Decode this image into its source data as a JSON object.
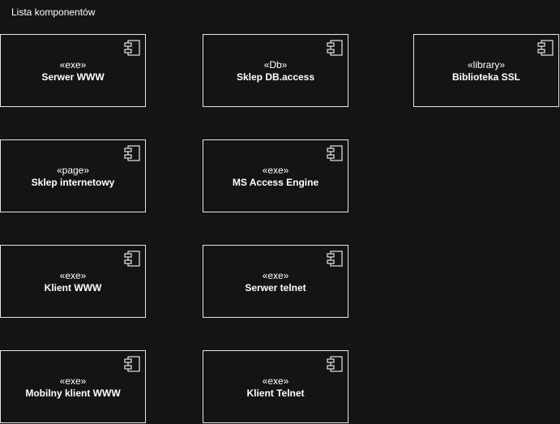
{
  "diagram": {
    "title": "Lista komponentów"
  },
  "components": [
    {
      "stereotype": "«exe»",
      "name": "Serwer WWW"
    },
    {
      "stereotype": "«Db»",
      "name": "Sklep DB.access"
    },
    {
      "stereotype": "«library»",
      "name": "Biblioteka SSL"
    },
    {
      "stereotype": "«page»",
      "name": "Sklep internetowy"
    },
    {
      "stereotype": "«exe»",
      "name": "MS Access Engine"
    },
    {
      "stereotype": "«exe»",
      "name": "Klient WWW"
    },
    {
      "stereotype": "«exe»",
      "name": "Serwer telnet"
    },
    {
      "stereotype": "«exe»",
      "name": "Mobilny klient WWW"
    },
    {
      "stereotype": "«exe»",
      "name": "Klient Telnet"
    }
  ],
  "colors": {
    "background": "#141414",
    "border": "#e6e6e6",
    "text": "#ffffff"
  },
  "icons": {
    "component": "uml-component-icon"
  }
}
